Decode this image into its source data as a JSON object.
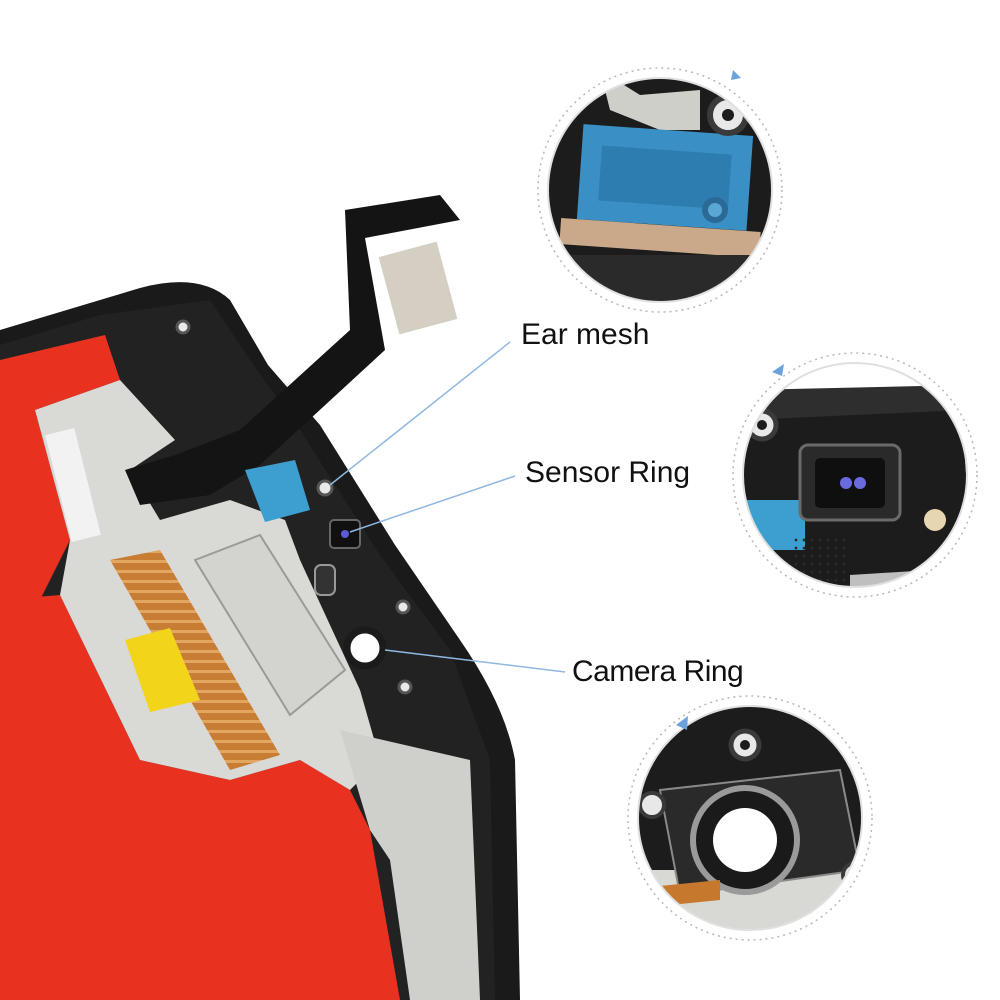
{
  "labels": {
    "ear_mesh": "Ear mesh",
    "sensor_ring": "Sensor Ring",
    "camera_ring": "Camera Ring"
  },
  "colors": {
    "frame": "#1a1a1a",
    "red_backing": "#e8321f",
    "metal_plate": "#d9d9d6",
    "flex_cable": "#141414",
    "copper_flex": "#c6782c",
    "blue_film": "#3d9fcf",
    "yellow_tape": "#f2d41a",
    "callout_line": "#8fb8e0",
    "callout_arrow": "#6aa2dc"
  }
}
